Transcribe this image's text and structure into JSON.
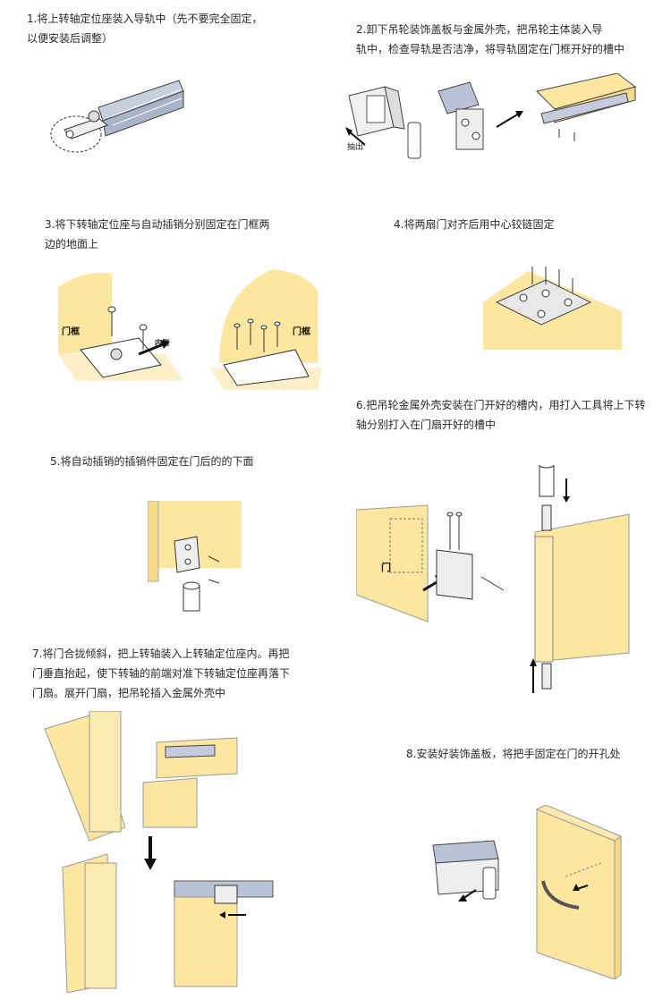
{
  "colors": {
    "door": "#fbe9b0",
    "wall": "#fde7a0",
    "metal": "#d9dde6",
    "rail": "#b9c2d6",
    "outline": "#444444"
  },
  "steps": [
    {
      "id": "step1",
      "text": "1.将上转轴定位座装入导轨中（先不要完全固定，\n以便安装后调整）"
    },
    {
      "id": "step2",
      "text": "2.卸下吊轮装饰盖板与金属外壳，把吊轮主体装入导\n轨中，检查导轨是否洁净，将导轨固定在门框开好的槽中"
    },
    {
      "id": "step3",
      "text": "3.将下转轴定位座与自动插销分别固定在门框两\n边的地面上"
    },
    {
      "id": "step4",
      "text": "4.将两扇门对齐后用中心铰链固定"
    },
    {
      "id": "step5",
      "text": "5.将自动插销的插销件固定在门后的的下面"
    },
    {
      "id": "step6",
      "text": "6.把吊轮金属外壳安装在门开好的槽内，用打入工具将上下转\n轴分别打入在门扇开好的槽中"
    },
    {
      "id": "step7",
      "text": "7.将门合拢倾斜，把上转轴装入上转轴定位座内。再把\n门垂直抬起，使下转轴的前端对准下转轴定位座再落下\n门扇。展开门扇，把吊轮插入金属外壳中"
    },
    {
      "id": "step8",
      "text": "8.安装好装饰盖板，将把手固定在门的开孔处"
    }
  ],
  "labels": {
    "pull_out": "抽出",
    "door_frame_left": "门框",
    "inside": "内侧",
    "door_frame_right": "门框",
    "door": "门"
  }
}
